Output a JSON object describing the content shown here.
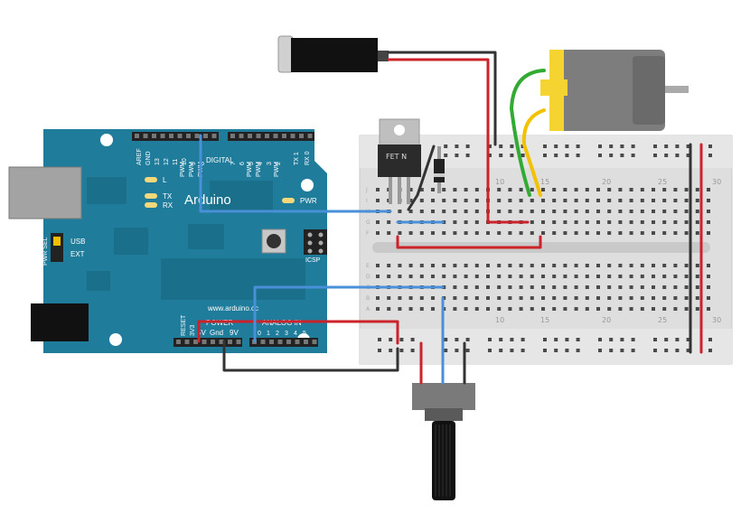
{
  "arduino": {
    "brand": "Arduino",
    "website": "www.arduino.cc",
    "digital_label": "DIGITAL",
    "power_label": "POWER",
    "analog_label": "ANALOG IN",
    "icsp_label": "ICSP",
    "pwr_label": "PWR",
    "led_l_label": "L",
    "led_tx_label": "TX",
    "led_rx_label": "RX",
    "pwr_sel_label": "PWR SEL",
    "usb_label": "USB",
    "ext_label": "EXT",
    "reset_label": "RESET",
    "v33_label": "3V3",
    "v5_label": "5V",
    "gnd_label": "Gnd",
    "v9_label": "9V",
    "aref_label": "AREF",
    "gnd_top_label": "GND",
    "digital_pins": [
      "13",
      "12",
      "11",
      "10",
      "9",
      "8",
      "7",
      "6",
      "5",
      "4",
      "3",
      "2",
      "TX 1",
      "RX 0"
    ],
    "pwm_label": "PWM",
    "analog_pins": [
      "0",
      "1",
      "2",
      "3",
      "4",
      "5"
    ]
  },
  "components": {
    "fet_label": "FET N",
    "breadboard_numbers": [
      "10",
      "15",
      "20",
      "25",
      "30"
    ],
    "breadboard_rows_top": [
      "J",
      "I",
      "H",
      "G",
      "F"
    ],
    "breadboard_rows_bottom": [
      "E",
      "D",
      "C",
      "B",
      "A"
    ]
  },
  "colors": {
    "board": "#1f7c9b",
    "wire_red": "#cc2229",
    "wire_black": "#333333",
    "wire_blue": "#4a90d9",
    "wire_green": "#33aa33",
    "wire_yellow": "#f2c200",
    "motor_yellow": "#f5d431"
  }
}
